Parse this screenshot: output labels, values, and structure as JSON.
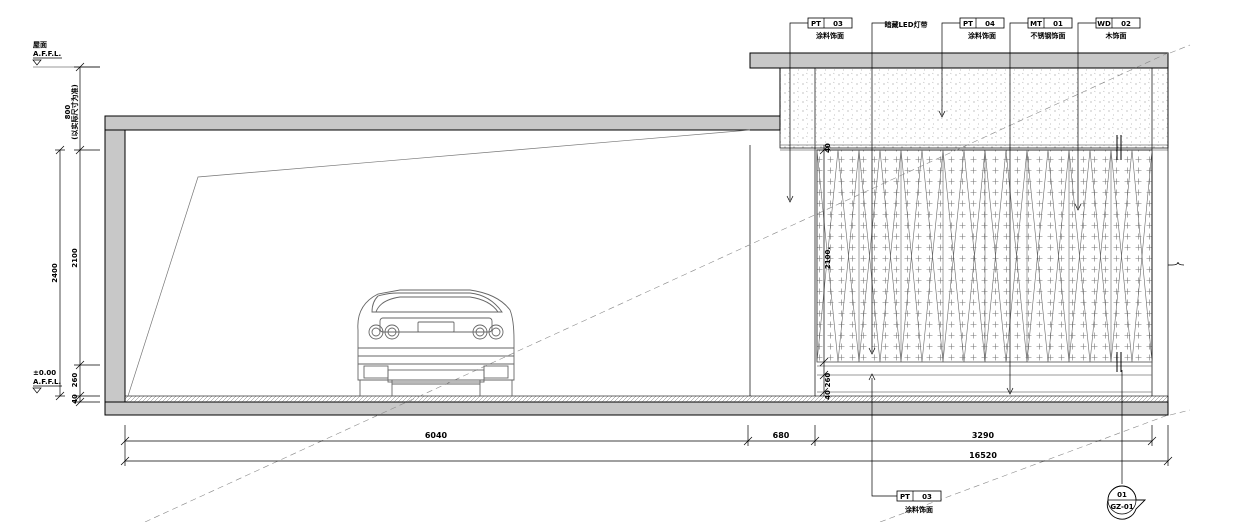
{
  "levels": {
    "top_line1": "屋面",
    "top_line2": "A.F.F.L.",
    "ground_line1": "±0.00",
    "ground_line2": "A.F.F.L."
  },
  "vertical_dims": {
    "d800_line1": "800",
    "d800_line2": "(以实际尺寸为准)",
    "d2400": "2400",
    "d2100": "2100",
    "d260": "260",
    "d40": "40",
    "panel_2100": "2100.",
    "panel_260": "260",
    "panel_40": "40",
    "panel_top": "40"
  },
  "horizontal_dims": {
    "d6040": "6040",
    "d680": "680",
    "d3290": "3290",
    "d16520": "16520"
  },
  "material_tags": [
    {
      "code": "PT",
      "num": "03",
      "desc": "涂料饰面"
    },
    {
      "code": "",
      "num": "",
      "desc": "暗藏LED灯带"
    },
    {
      "code": "PT",
      "num": "04",
      "desc": "涂料饰面"
    },
    {
      "code": "MT",
      "num": "01",
      "desc": "不锈钢饰面"
    },
    {
      "code": "WD",
      "num": "02",
      "desc": "木饰面"
    }
  ],
  "bottom_tag": {
    "code": "PT",
    "num": "03",
    "desc": "涂料饰面"
  },
  "section_marker": {
    "num": "01",
    "sheet": "GZ-01"
  }
}
